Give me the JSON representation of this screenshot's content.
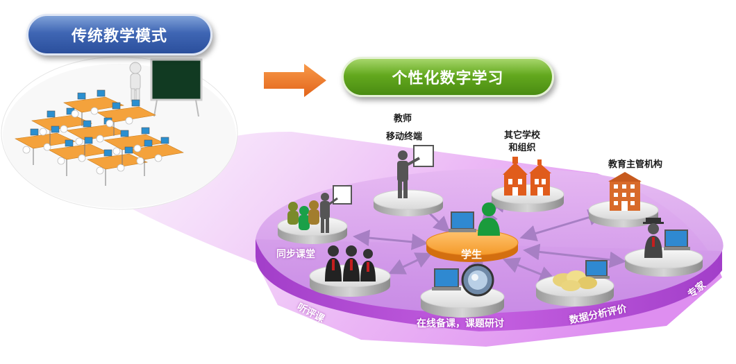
{
  "traditional": {
    "title": "传统教学模式"
  },
  "digital": {
    "title": "个性化数字学习"
  },
  "nodes": {
    "teacher_line1": "教师",
    "teacher_line2": "移动终端",
    "other_schools_line1": "其它学校",
    "other_schools_line2": "和组织",
    "authority": "教育主管机构",
    "sync_class": "同步课堂",
    "student": "学生",
    "lecture_eval": "听评课",
    "online_prep": "在线备课，课题研讨",
    "data_analysis": "数据分析评价",
    "expert": "专家"
  },
  "colors": {
    "blue_pill": "#3f66b4",
    "green_pill": "#63a81e",
    "arrow": "#ef7a2a",
    "platform": "#c98ee6",
    "student_platform": "#f08a1c"
  }
}
